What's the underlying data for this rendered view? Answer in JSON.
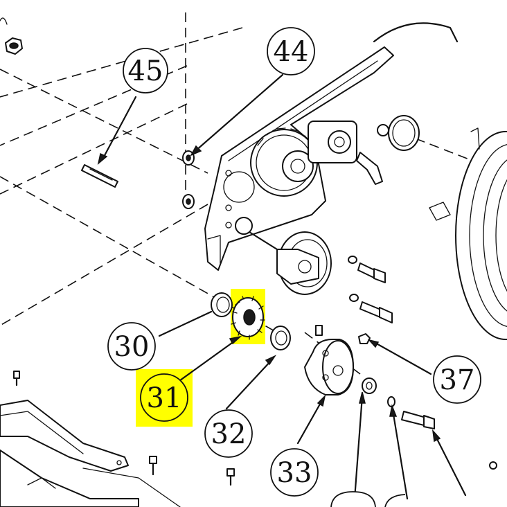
{
  "diagram": {
    "callouts": [
      {
        "id": "45",
        "label": "45",
        "highlighted": false
      },
      {
        "id": "44",
        "label": "44",
        "highlighted": false
      },
      {
        "id": "30",
        "label": "30",
        "highlighted": false
      },
      {
        "id": "31",
        "label": "31",
        "highlighted": true
      },
      {
        "id": "32",
        "label": "32",
        "highlighted": false
      },
      {
        "id": "33",
        "label": "33",
        "highlighted": false
      },
      {
        "id": "37",
        "label": "37",
        "highlighted": false
      }
    ],
    "highlight_color": "#ffff00",
    "line_color": "#111111",
    "background_color": "#ffffff"
  }
}
